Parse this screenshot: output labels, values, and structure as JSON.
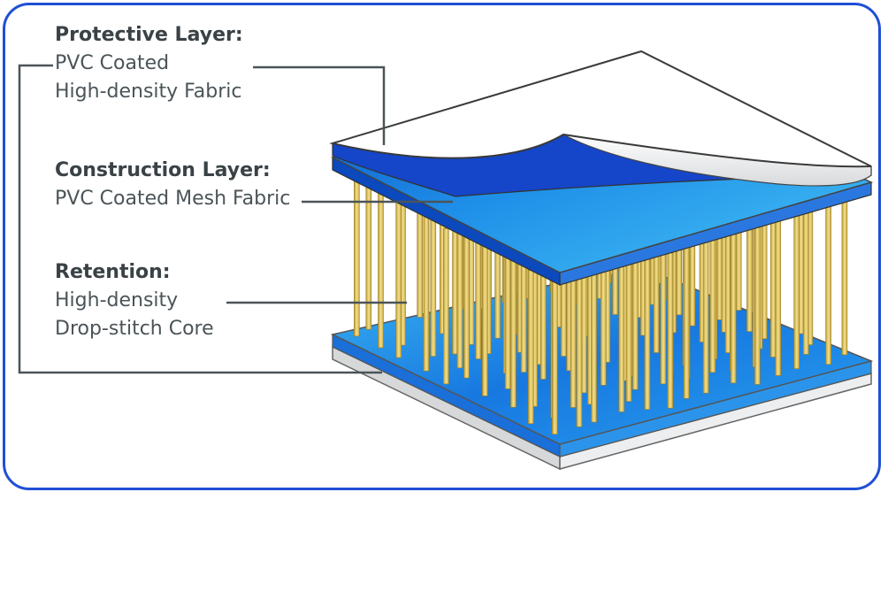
{
  "labels": {
    "protective": {
      "title": "Protective Layer:",
      "line1": "PVC Coated",
      "line2": "High-density Fabric"
    },
    "construction": {
      "title": "Construction Layer:",
      "line1": "PVC Coated Mesh Fabric"
    },
    "retention": {
      "title": "Retention:",
      "line1": "High-density",
      "line2": "Drop-stitch Core"
    }
  },
  "colors": {
    "frame": "#1f4fd6",
    "layer_blue_light": "#2aa8f0",
    "layer_blue_dark": "#0a52c8",
    "stitch_yellow": "#e8cf6a",
    "leader_line": "#4b5458"
  }
}
